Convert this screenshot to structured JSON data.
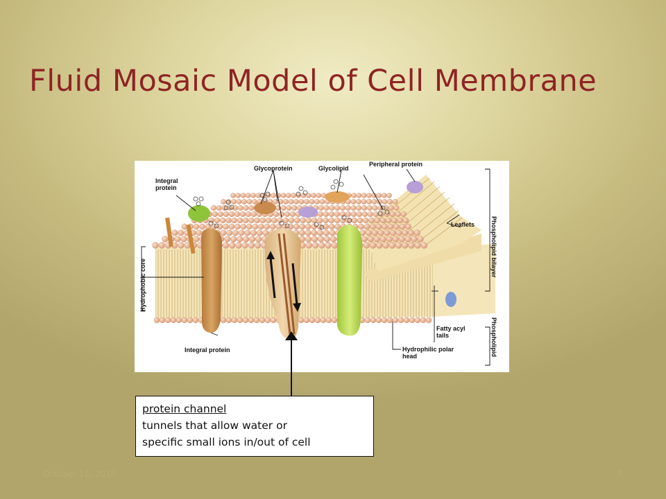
{
  "slide": {
    "title": "Fluid Mosaic Model of Cell  Membrane",
    "footer_date": "October 15, 2015",
    "footer_page": "9"
  },
  "diagram": {
    "labels": {
      "integral_protein_top": "Integral protein",
      "glycoprotein": "Glycoprotein",
      "glycolipid": "Glycolipid",
      "peripheral_protein": "Peripheral protein",
      "leaflets": "Leaflets",
      "hydrophobic_core": "Hydrophobic core",
      "phospholipid_bilayer": "Phospholipid  bilayer",
      "phospholipid": "Phospholipid",
      "fatty_acyl_tails": "Fatty acyl tails",
      "hydrophilic_polar_head": "Hydrophilic polar head",
      "integral_protein_bottom": "Integral protein"
    },
    "colors": {
      "head": "#e8b492",
      "tail": "#e8d9a8",
      "bilayer_fill": "#f4e6ba",
      "integral_protein": "#c99050",
      "green_protein": "#b9d94e",
      "channel_protein": "#e4c293",
      "peripheral_protein": "#b89fd6",
      "glycolipid_head": "#e0a45a"
    }
  },
  "callout": {
    "title": "protein channel",
    "line1": "tunnels that allow water or",
    "line2": "specific small ions in/out of cell"
  }
}
